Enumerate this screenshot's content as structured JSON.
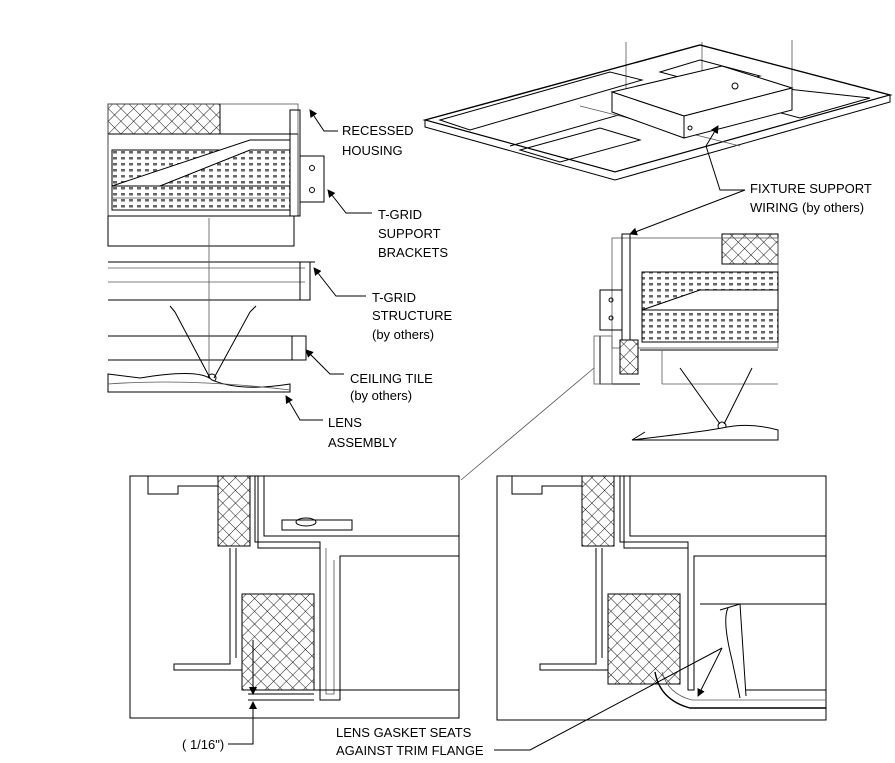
{
  "labels": {
    "recessed_housing": [
      "RECESSED",
      "HOUSING"
    ],
    "tgrid_support_brackets": [
      "T-GRID",
      "SUPPORT",
      "BRACKETS"
    ],
    "tgrid_structure": [
      "T-GRID",
      "STRUCTURE",
      "(by others)"
    ],
    "ceiling_tile": [
      "CEILING TILE",
      "(by others)"
    ],
    "lens_assembly": [
      "LENS",
      "ASSEMBLY"
    ],
    "fixture_support_wiring": [
      "FIXTURE SUPPORT",
      "WIRING (by others)"
    ],
    "gap_dimension": "( 1/16\")",
    "lens_gasket": [
      "LENS GASKET SEATS",
      "AGAINST TRIM FLANGE"
    ]
  },
  "colors": {
    "line": "#000000",
    "background": "#ffffff",
    "hatch": "#000000"
  }
}
